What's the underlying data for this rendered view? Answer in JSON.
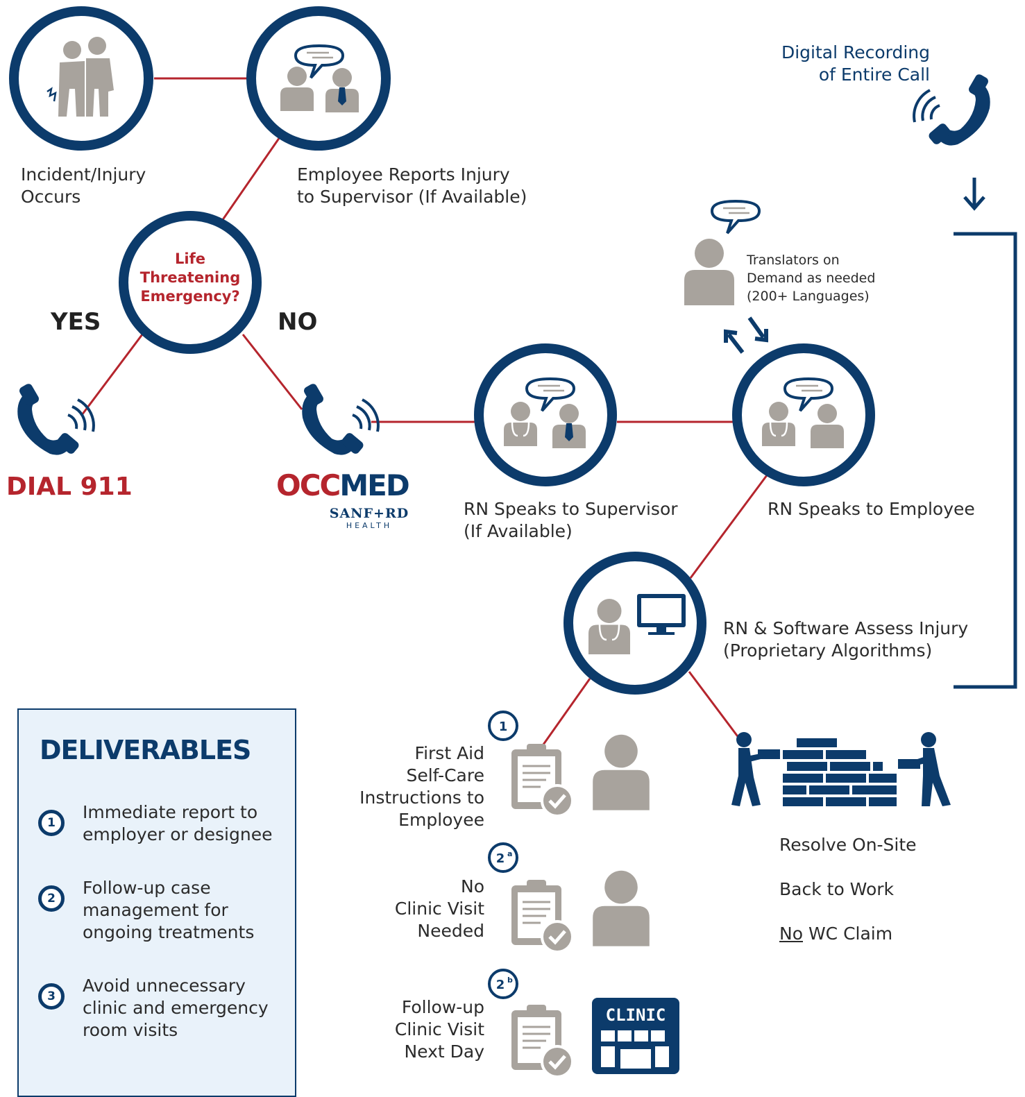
{
  "top_right": {
    "recording_label": "Digital Recording\nof Entire Call"
  },
  "nodes": {
    "incident": "Incident/Injury\nOccurs",
    "employee_reports": "Employee Reports Injury\nto Supervisor (If Available)",
    "decision": {
      "line1": "Life",
      "line2": "Threatening",
      "line3": "Emergency?"
    },
    "yes": "YES",
    "no": "NO",
    "dial911": "DIAL 911",
    "occmed": {
      "part1": "OCC",
      "part2": "MED",
      "sub1": "SANF+RD",
      "sub2": "HEALTH"
    },
    "rn_supervisor": "RN Speaks to Supervisor\n(If Available)",
    "rn_employee": "RN Speaks to Employee",
    "translators": "Translators on\nDemand as needed\n(200+ Languages)",
    "rn_assess": "RN & Software Assess Injury\n(Proprietary Algorithms)"
  },
  "outcomes": [
    {
      "badge": "1",
      "badge_sup": "",
      "text": "First Aid\nSelf-Care\nInstructions to\nEmployee"
    },
    {
      "badge": "2",
      "badge_sup": "a",
      "text": "No\nClinic Visit\nNeeded"
    },
    {
      "badge": "2",
      "badge_sup": "b",
      "text": "Follow-up\nClinic Visit\nNext Day"
    }
  ],
  "clinic_sign": "CLINIC",
  "resolve": {
    "line1": "Resolve On-Site",
    "line2": "Back to Work",
    "line3_underlined": "No",
    "line3_rest": " WC Claim"
  },
  "deliverables": {
    "title": "DELIVERABLES",
    "items": [
      {
        "num": "1",
        "text": "Immediate report to employer or designee"
      },
      {
        "num": "2",
        "text": "Follow-up case management for ongoing treatments"
      },
      {
        "num": "3",
        "text": "Avoid unnecessary clinic and emergency room visits"
      }
    ]
  },
  "colors": {
    "navy": "#0c3b6b",
    "red": "#b5252d",
    "gray": "#a8a39d"
  }
}
